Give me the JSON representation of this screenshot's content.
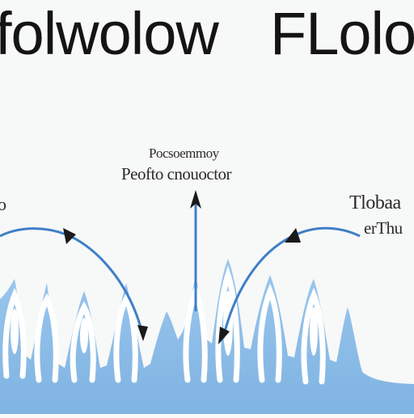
{
  "title": {
    "left": "folwolow",
    "right": "FLolo"
  },
  "labels": {
    "center_line1": "Pocsoemmoy",
    "center_line2": "Peofto cnouoctor",
    "left_edge": "o",
    "right_line1": "Tlobaa",
    "right_line2": "erThu"
  },
  "colors": {
    "wave_fill": "#8fbfe8",
    "wave_outline": "#ffffff",
    "arrow_line": "#3f7fc7",
    "arrow_head": "#1a1a1a",
    "text": "#141414",
    "background": "#f7f8f8"
  },
  "icons": [
    "up-arrow-icon",
    "arrow-head-icon"
  ]
}
